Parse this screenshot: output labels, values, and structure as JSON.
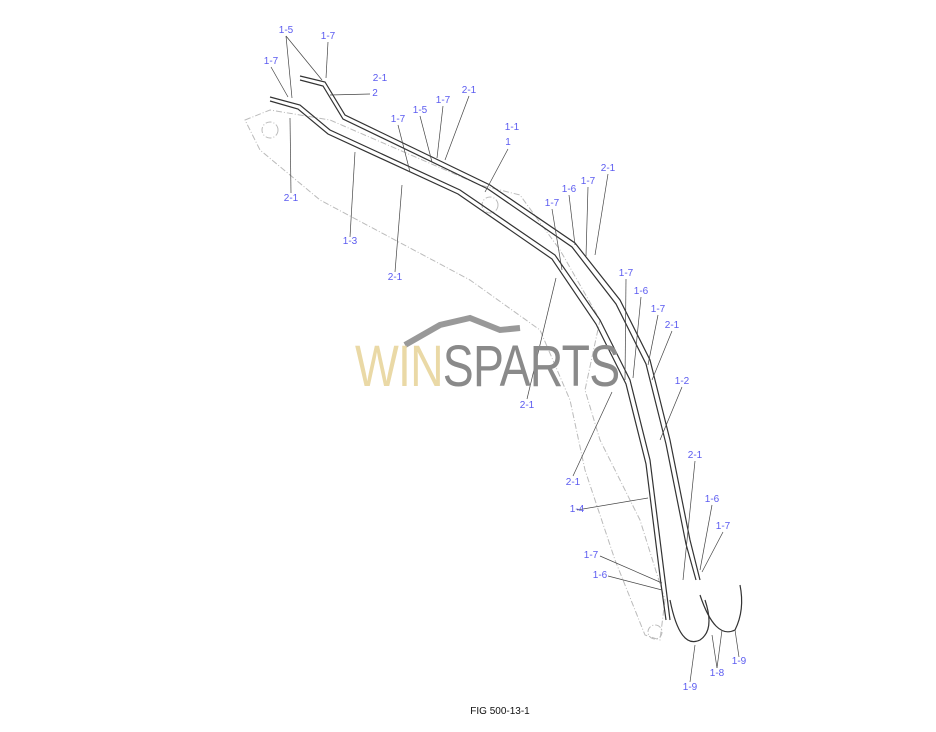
{
  "figure_caption": "FIG 500-13-1",
  "watermark": {
    "part1": "WIN",
    "part2": "SPARTS"
  },
  "label_color": "#5b5bf0",
  "callouts": [
    "1-5",
    "1-7",
    "1-7",
    "2-1",
    "2",
    "2-1",
    "1-3",
    "1-7",
    "1-5",
    "1-7",
    "2-1",
    "1-1",
    "1",
    "2-1",
    "2-1",
    "1-7",
    "1-6",
    "1-7",
    "1-7",
    "1-6",
    "1-7",
    "2-1",
    "1-2",
    "2-1",
    "2-1",
    "2-1",
    "1-4",
    "1-6",
    "1-7",
    "1-7",
    "1-6",
    "1-9",
    "1-8",
    "1-9"
  ]
}
